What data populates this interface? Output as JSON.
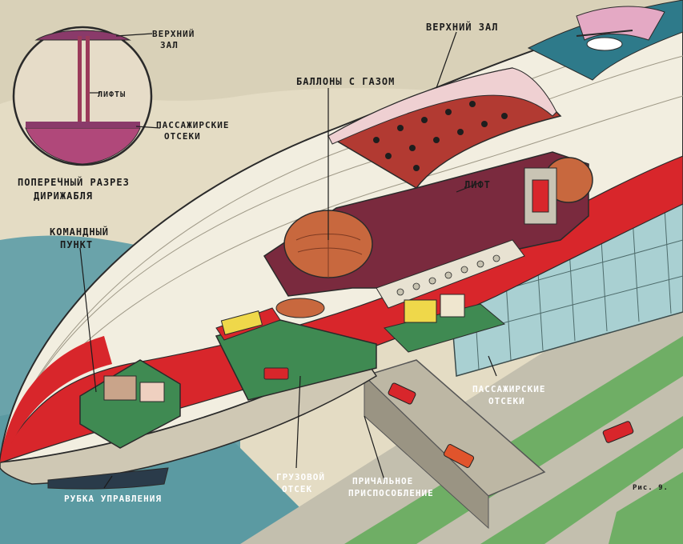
{
  "labels": {
    "section_upper_hall": "ВЕРХНИЙ",
    "section_upper_hall_2": "ЗАЛ",
    "section_lifts": "ЛИФТЫ",
    "section_passenger_1": "ПАССАЖИРСКИЕ",
    "section_passenger_2": "ОТСЕКИ",
    "section_title_1": "ПОПЕРЕЧНЫЙ  РАЗРЕЗ",
    "section_title_2": "ДИРИЖАБЛЯ",
    "upper_hall": "ВЕРХНИЙ ЗАЛ",
    "gas_balloons": "БАЛЛОНЫ  С ГАЗОМ",
    "lift": "ЛИФТ",
    "command_1": "КОМАНДНЫЙ",
    "command_2": "ПУНКТ",
    "passenger_1": "ПАССАЖИРСКИЕ",
    "passenger_2": "ОТСЕКИ",
    "cargo_1": "ГРУЗОВОЙ",
    "cargo_2": "ОТСЕК",
    "mooring_1": "ПРИЧАЛЬНОЕ",
    "mooring_2": "ПРИСПОСОБЛЕНИЕ",
    "control_cabin": "РУБКА УПРАВЛЕНИЯ",
    "figure_number": "Рис. 9."
  },
  "colors": {
    "hull": "#f3efe2",
    "hull_shadow": "#cfc8b4",
    "red_band": "#d8262b",
    "maroon": "#7a2a3e",
    "balloon": "#c8683e",
    "green_floor": "#3f8a52",
    "water": "#5fa0a8",
    "ground": "#c7c2b0",
    "grass": "#6aa862"
  }
}
